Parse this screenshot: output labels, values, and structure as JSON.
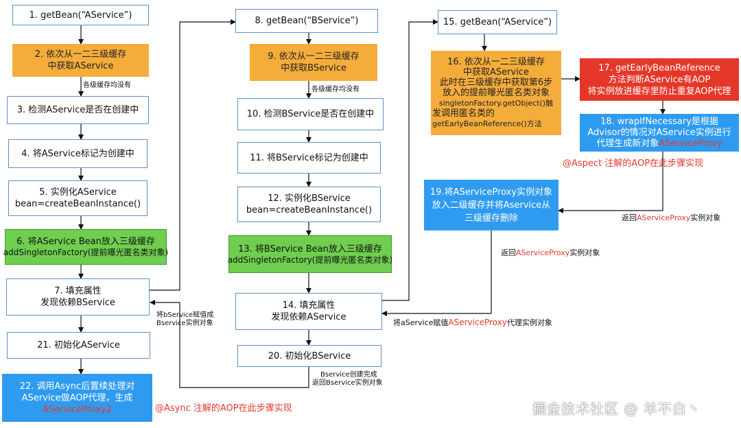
{
  "col1": {
    "b1": "1. getBean(“AService”)",
    "b2": [
      "2. 依次从一二三级缓存",
      "中获取AService"
    ],
    "l_none": "各级缓存均没有",
    "b3": "3. 检测AService是否在创建中",
    "b4": "4. 将AService标记为创建中",
    "b5": [
      "5. 实例化AService",
      "bean=createBeanInstance()"
    ],
    "b6": [
      "6. 将AService Bean放入三级缓存",
      "addSingletonFactory(提前曝光匿名类对象)"
    ],
    "b7": [
      "7. 填充属性",
      "发现依赖BService"
    ],
    "l_assign": [
      "将bService赋值成",
      "Bservice实例对象"
    ],
    "b21": "21. 初始化AService",
    "b22": [
      "22. 调用Async后置续处理对",
      "AService做AOP代理，生成"
    ],
    "b22_red": "AServiceProxy2",
    "note_async": "@Async 注解的AOP在此步骤实现"
  },
  "col2": {
    "b8": "8. getBean(“BService”)",
    "b9": [
      "9. 依次从一二三级缓存",
      "中获取BService"
    ],
    "l_none": "各级缓存均没有",
    "b10": "10. 检测BService是否在创建中",
    "b11": "11. 将BService标记为创建中",
    "b12": [
      "12. 实例化BService",
      "bean=createBeanInstance()"
    ],
    "b13": [
      "13. 将BService Bean放入三级缓存",
      "addSingletonFactory(提前曝光匿名类对象)"
    ],
    "b14": [
      "14. 填充属性",
      "发现依赖AService"
    ],
    "l_assign_pre": "将aService赋值",
    "l_assign_red": "AServiceProxy",
    "l_assign_post": "代理实例对象",
    "b20": "20. 初始化BService",
    "l_done": [
      "Bservice创建完成",
      "返回Bservice实例对象"
    ]
  },
  "col3": {
    "b15": "15. getBean(“AService”)",
    "b16": [
      "16. 依次从一二三级缓存",
      "中获取AService",
      "此时在三级缓存中获取第6步",
      "放入的提前曝光匿名类对象",
      "singletonFactory.getObject()触",
      "发调用匿名类的",
      "getEarlyBeanReference()方法"
    ],
    "b17": [
      "17. getEarlyBeanReference",
      "方法判断AService有AOP",
      "将实例放进缓存里防止重复AOP代理"
    ],
    "b18": [
      "18. wrapIfNecessary是根据",
      "Advisor的情况对AService实例进行",
      "代理生成新对象"
    ],
    "b18_red": "AServiceProxy",
    "note_aspect": "@Aspect 注解的AOP在此步骤实现",
    "b19": [
      "19.将AServiceProxy实例对象",
      "放入二级缓存并将Aservice从",
      "三级缓存删除"
    ],
    "l_ret1_pre": "返回",
    "l_ret1_red": "AServiceProxy",
    "l_ret1_post": "实例对象",
    "l_ret2_pre": "返回",
    "l_ret2_red": "AServiceProxy",
    "l_ret2_post": "实例对象"
  },
  "watermark": "掘金技术社区 @ 羊不白丶"
}
